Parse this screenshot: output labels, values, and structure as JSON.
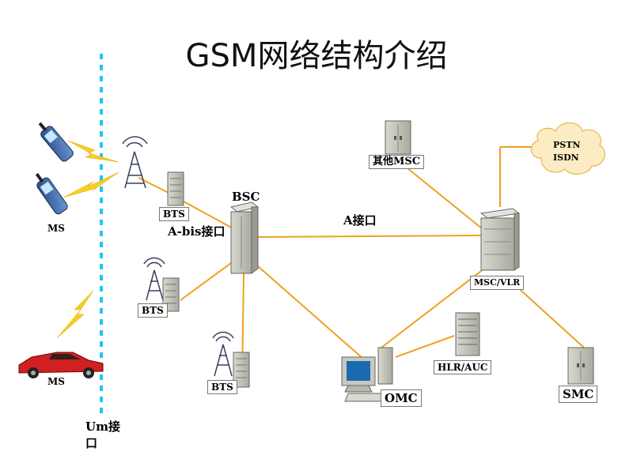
{
  "title": "GSM网络结构介绍",
  "interfaces": {
    "um": "Um接\n口",
    "abis": "A-bis接口",
    "a": "A接口"
  },
  "nodes": {
    "ms_phones": "MS",
    "ms_car": "MS",
    "bts_1": "BTS",
    "bts_2": "BTS",
    "bts_3": "BTS",
    "bsc": "BSC",
    "other_msc": "其他MSC",
    "msc_vlr": "MSC/VLR",
    "hlr_auc": "HLR/AUC",
    "omc": "OMC",
    "smc": "SMC",
    "pstn": "PSTN",
    "isdn": "ISDN"
  },
  "colors": {
    "link": "#f0a020",
    "um_line": "#1ec8f0",
    "lightning": "#f5d020",
    "cloud": "#fbecc4",
    "car": "#d02020"
  }
}
